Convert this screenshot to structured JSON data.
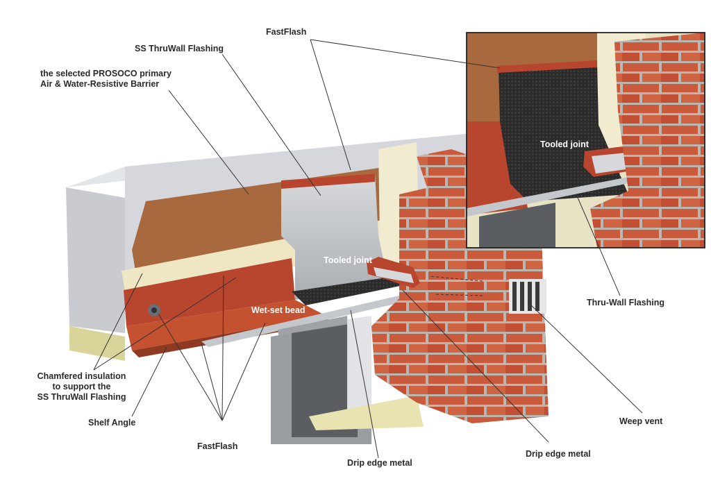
{
  "labels": {
    "fastflash_top": "FastFlash",
    "ss_thruwall": "SS ThruWall Flashing",
    "barrier_line1": "the selected PROSOCO primary",
    "barrier_line2": "Air & Water-Resistive Barrier",
    "tooled_joint_inset": "Tooled joint",
    "tooled_joint_main": "Tooled joint",
    "wet_set_bead": "Wet-set bead",
    "thru_wall": "Thru-Wall Flashing",
    "chamfer_line1": "Chamfered insulation",
    "chamfer_line2": "to support the",
    "chamfer_line3": "SS ThruWall Flashing",
    "shelf_angle": "Shelf Angle",
    "fastflash_bottom": "FastFlash",
    "drip_edge_1": "Drip edge metal",
    "drip_edge_2": "Drip edge metal",
    "weep_vent": "Weep vent"
  },
  "colors": {
    "brick": "#c95a3c",
    "mortar": "#b9b7b0",
    "barrier": "#a8693e",
    "fastflash": "#b8452d",
    "insulation": "#efe7c4",
    "stainless": "#c4c7cb",
    "black_membrane": "#2b2b2b",
    "sheathing": "#d0d2d6"
  }
}
